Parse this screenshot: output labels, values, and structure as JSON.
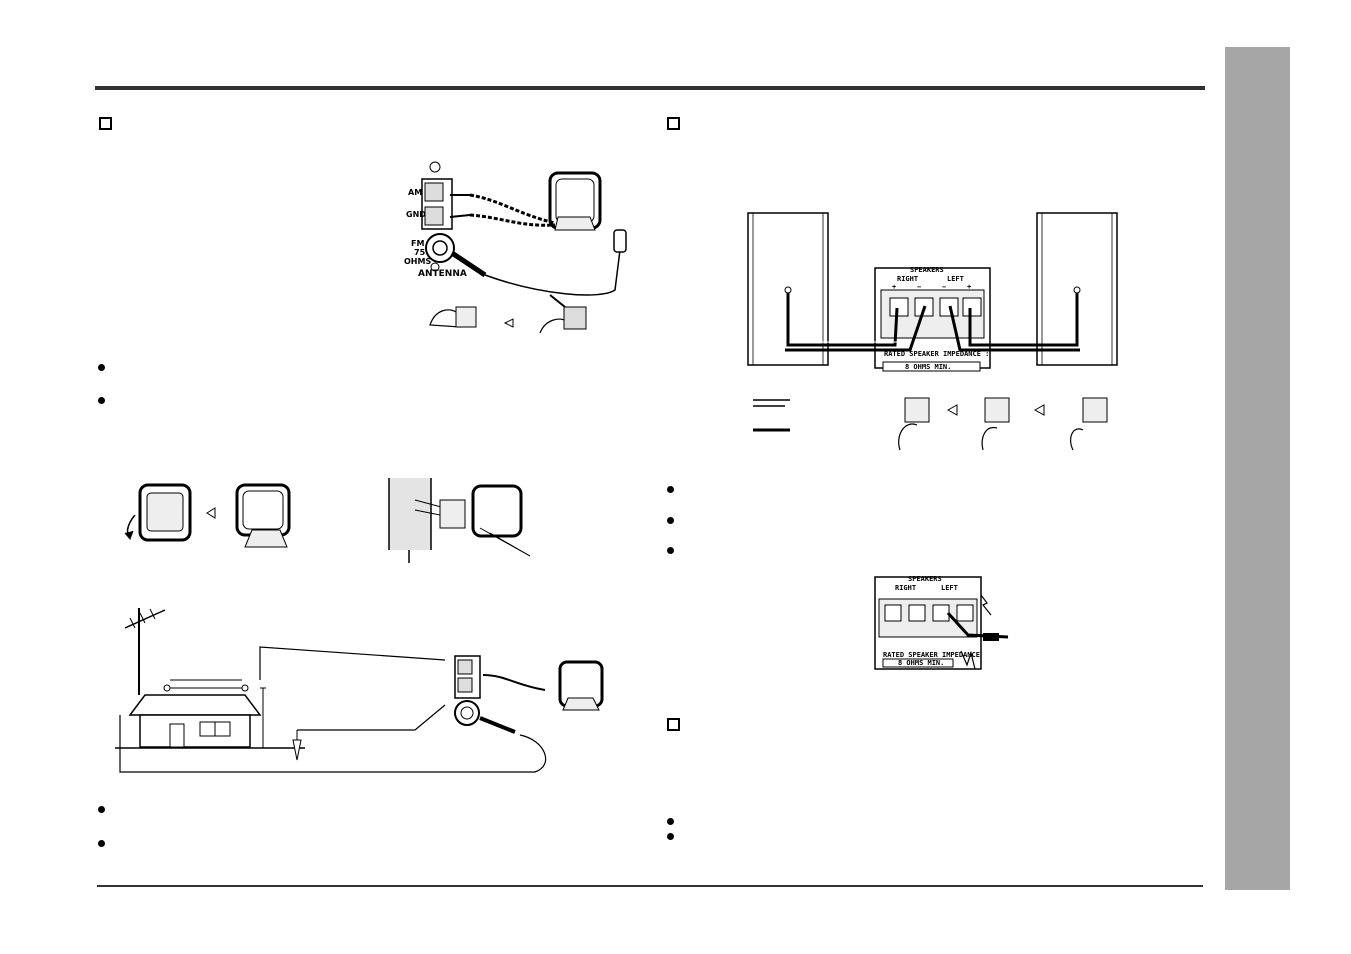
{
  "am_terminal": {
    "am": "AM",
    "gnd": "GND",
    "fm": "FM",
    "ohms_value": "75",
    "ohms": "OHMS",
    "antenna": "ANTENNA"
  },
  "speaker_panel": {
    "title": "SPEAKERS",
    "right": "RIGHT",
    "left": "LEFT",
    "plus": "+",
    "minus": "−",
    "impedance": "RATED SPEAKER IMPEDANCE :",
    "ohms_min": "8 OHMS MIN."
  },
  "speaker_panel_small": {
    "title": "SPEAKERS",
    "right": "RIGHT",
    "left": "LEFT",
    "impedance": "RATED SPEAKER IMPEDANCE",
    "ohms_min": "8 OHMS MIN."
  }
}
